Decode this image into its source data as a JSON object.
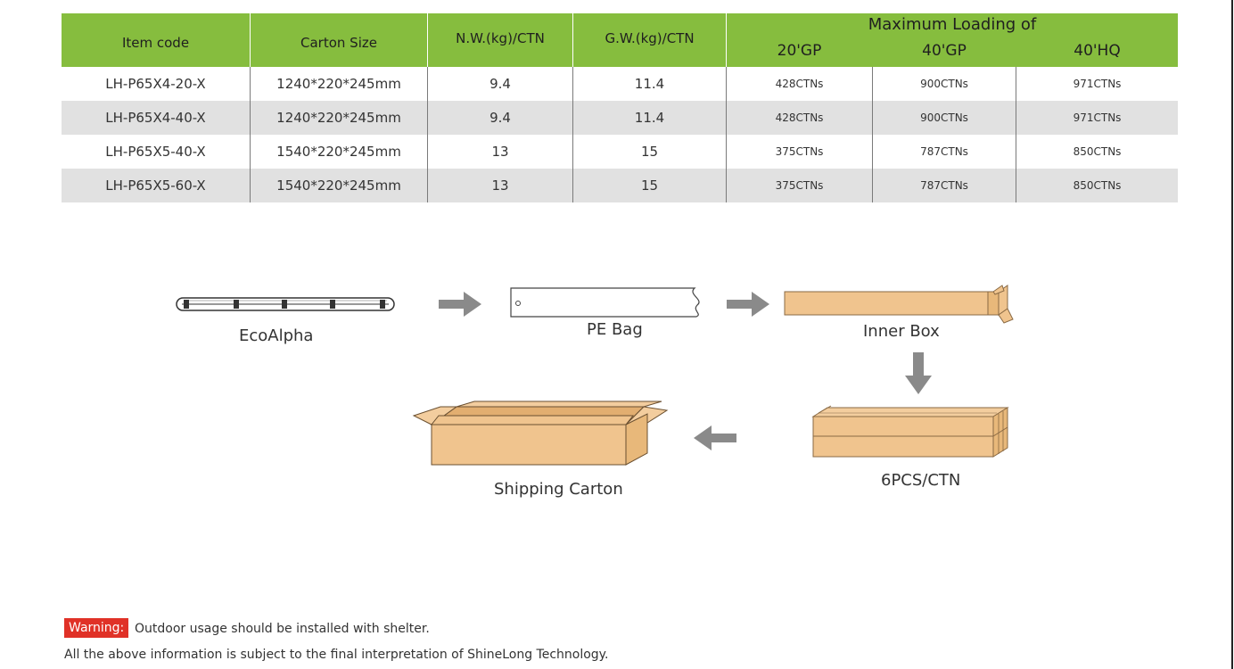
{
  "table": {
    "headers": {
      "item_code": "Item code",
      "carton_size": "Carton Size",
      "nw": "N.W.(kg)/CTN",
      "gw": "G.W.(kg)/CTN",
      "max_loading": "Maximum Loading of",
      "gp20": "20'GP",
      "gp40": "40'GP",
      "hq40": "40'HQ"
    },
    "rows": [
      {
        "item_code": "LH-P65X4-20-X",
        "carton_size": "1240*220*245mm",
        "nw": "9.4",
        "gw": "11.4",
        "gp20": "428CTNs",
        "gp40": "900CTNs",
        "hq40": "971CTNs"
      },
      {
        "item_code": "LH-P65X4-40-X",
        "carton_size": "1240*220*245mm",
        "nw": "9.4",
        "gw": "11.4",
        "gp20": "428CTNs",
        "gp40": "900CTNs",
        "hq40": "971CTNs"
      },
      {
        "item_code": "LH-P65X5-40-X",
        "carton_size": "1540*220*245mm",
        "nw": "13",
        "gw": "15",
        "gp20": "375CTNs",
        "gp40": "787CTNs",
        "hq40": "850CTNs"
      },
      {
        "item_code": "LH-P65X5-60-X",
        "carton_size": "1540*220*245mm",
        "nw": "13",
        "gw": "15",
        "gp20": "375CTNs",
        "gp40": "787CTNs",
        "hq40": "850CTNs"
      }
    ]
  },
  "packaging": {
    "step1": "EcoAlpha",
    "step2": "PE Bag",
    "step3": "Inner Box",
    "step4": "6PCS/CTN",
    "step5": "Shipping Carton"
  },
  "footer": {
    "warning_label": "Warning:",
    "warning_text": "Outdoor usage should be installed with shelter.",
    "disclaimer": "All the above information is subject to the final interpretation of ShineLong Technology."
  },
  "colors": {
    "header_green": "#86bd3e",
    "row_alt_gray": "#e1e1e1",
    "carton_tan": "#f0c48e",
    "arrow_gray": "#8a8a8a",
    "warning_red": "#e03127"
  }
}
